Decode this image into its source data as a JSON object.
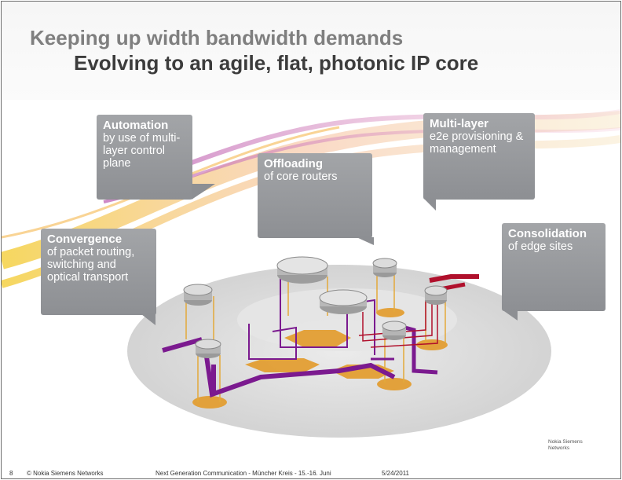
{
  "slide": {
    "title_line1": "Keeping up width bandwidth demands",
    "title_line2": "Evolving to an agile, flat, photonic IP core"
  },
  "callouts": [
    {
      "id": "automation",
      "heading": "Automation",
      "text": "by use of multi-layer control plane"
    },
    {
      "id": "offloading",
      "heading": "Offloading",
      "text": "of core routers"
    },
    {
      "id": "multilayer",
      "heading": "Multi-layer",
      "text": "e2e provisioning & management"
    },
    {
      "id": "convergence",
      "heading": "Convergence",
      "text": "of packet routing, switching and optical transport"
    },
    {
      "id": "consolidation",
      "heading": "Consolidation",
      "text": "of edge sites"
    }
  ],
  "footer": {
    "page_number": "8",
    "copyright": "© Nokia Siemens Networks",
    "event": "Next Generation Communication - Müncher Kreis - 15.-16. Juni",
    "date": "5/24/2011"
  },
  "logo": {
    "line1": "Nokia Siemens",
    "line2": "Networks"
  },
  "colors": {
    "title_gray": "#7f7f7f",
    "title_dark": "#3c3c3c",
    "callout_gray": "#98999c",
    "purple_link": "#7b1a8f",
    "red_link": "#b0102c",
    "orange_site": "#e39b2a"
  },
  "icons": [
    "router-icon",
    "optical-switch-icon",
    "wave-swoosh"
  ]
}
